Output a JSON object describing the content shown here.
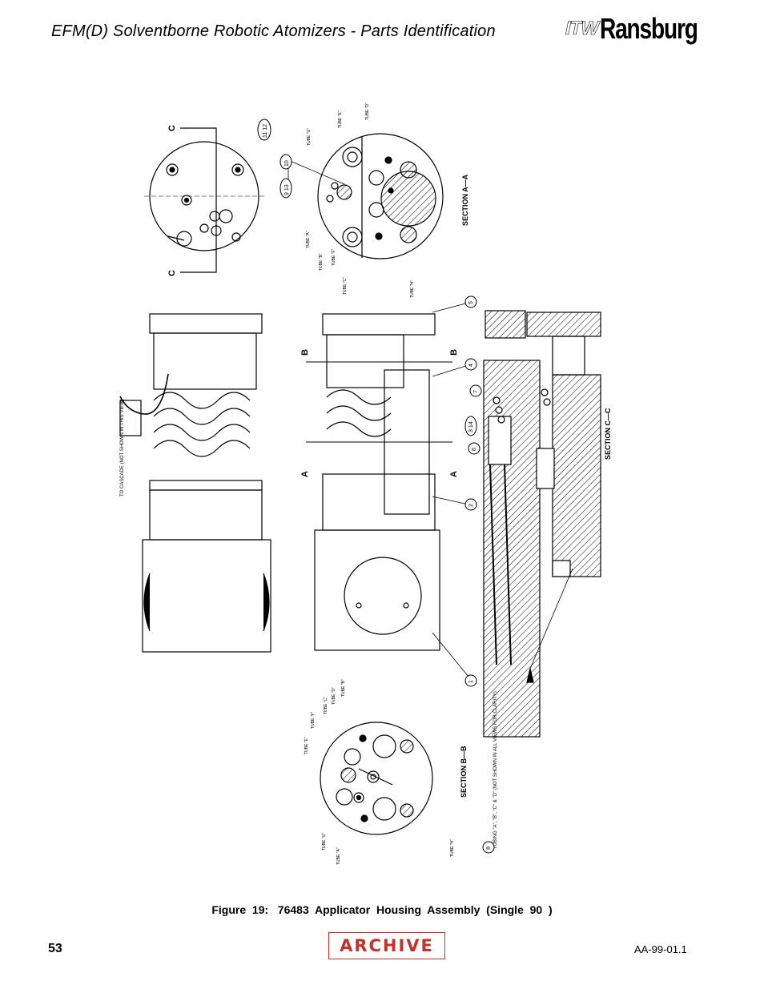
{
  "header": {
    "title": "EFM(D) Solventborne Robotic Atomizers - Parts Identification",
    "logo_prefix": "ITW",
    "logo_brand": "Ransburg"
  },
  "drawing": {
    "section_labels": [
      "SECTION A—A",
      "SECTION B—B",
      "SECTION C—C"
    ],
    "cut_marks": [
      "C",
      "C",
      "B",
      "B",
      "A",
      "A"
    ],
    "tube_labels_top": [
      "TUBE \"E\"",
      "TUBE \"D\"",
      "TUBE \"G\"",
      "TUBE \"A\"",
      "TUBE \"B\"",
      "TUBE \"F\"",
      "TUBE \"C\"",
      "TUBE \"H\""
    ],
    "tube_labels_bottom": [
      "TUBE \"E\"",
      "TUBE \"F\"",
      "TUBE \"C\"",
      "TUBE \"D\"",
      "TUBE \"B\"",
      "TUBE \"G\"",
      "TUBE \"A\"",
      "TUBE \"H\""
    ],
    "callouts": [
      "11 12",
      "10",
      "9 13",
      "5",
      "4",
      "7",
      "3 14",
      "6",
      "2",
      "1",
      "8"
    ],
    "cascade_note": "TO CASCADE (NOT SHOWN IN THIS VIEW)",
    "tubing_note": "TUBING \"A\", \"B\", \"C\" & \"D\" (NOT SHOWN IN ALL VIEWS FOR CLARITY)"
  },
  "caption": "Figure  19:   76483  Applicator  Housing  Assembly  (Single  90  )",
  "footer": {
    "page_number": "53",
    "stamp": "ARCHIVE",
    "doc_code": "AA-99-01.1"
  }
}
